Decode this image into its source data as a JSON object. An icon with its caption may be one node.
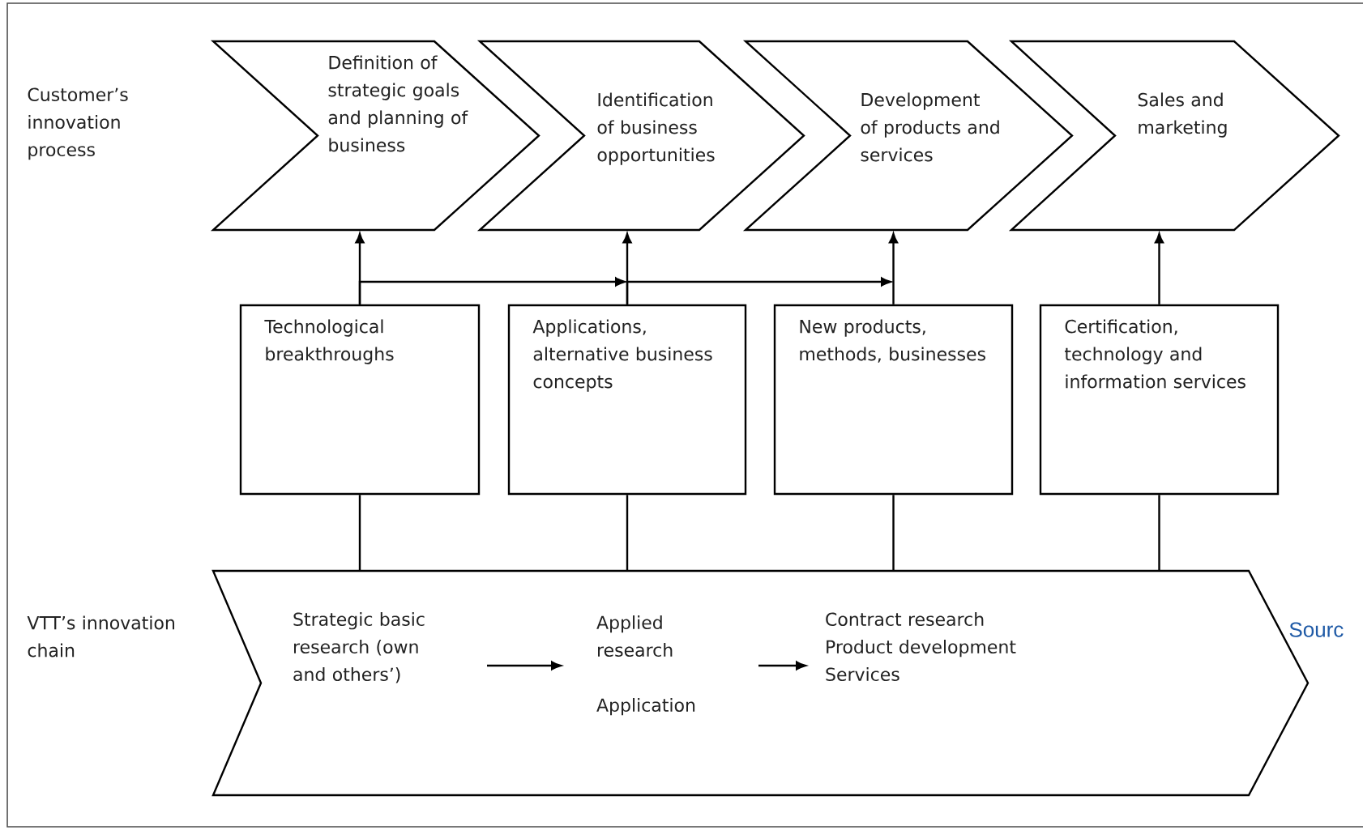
{
  "diagram": {
    "nodes": [
      {
        "text": [
          "Definition of strategic goals and planning of business"
        ]
      },
      {
        "text": [
          "Identification of business opportunities"
        ]
      },
      {
        "text": [
          "Development of products and services"
        ]
      },
      {
        "text": [
          "Sales and marketing"
        ]
      },
      {
        "text": [
          "Technological breakthroughs"
        ]
      },
      {
        "text": [
          "Applications, alternative business concepts"
        ]
      },
      {
        "text": [
          "New products, methods, businesses"
        ]
      },
      {
        "text": [
          "Certification, technology and information services"
        ]
      },
      {
        "text": [],
        "shape": "chevron"
      },
      {
        "text": [
          "Strategic basic research (own and others’)"
        ],
        "in": 8
      },
      {
        "text": [
          "Applied research",
          "Application"
        ],
        "in": 8
      },
      {
        "text": [
          "Contract research",
          "Product development",
          "Services"
        ],
        "in": 8
      }
    ],
    "edges": [
      {
        "from": 8,
        "to": 4,
        "arrow": "none"
      },
      {
        "from": 8,
        "to": 5,
        "arrow": "none"
      },
      {
        "from": 8,
        "to": 6,
        "arrow": "none"
      },
      {
        "from": 8,
        "to": 7,
        "arrow": "none"
      },
      {
        "from": 4,
        "to": 0,
        "arrow": "to"
      },
      {
        "from": 5,
        "to": 1,
        "arrow": "to"
      },
      {
        "from": 6,
        "to": 2,
        "arrow": "to"
      },
      {
        "from": 7,
        "to": 3,
        "arrow": "to"
      },
      {
        "from": 4,
        "to": null,
        "arrow": "to"
      },
      {
        "from": 5,
        "to": null,
        "arrow": "to"
      },
      {
        "from": 9,
        "to": 10,
        "arrow": "to"
      },
      {
        "from": 10,
        "to": 11,
        "arrow": "to"
      }
    ],
    "labels": [
      "Customer’s innovation process",
      "VTT’s innovation chain",
      "Sourc"
    ]
  }
}
